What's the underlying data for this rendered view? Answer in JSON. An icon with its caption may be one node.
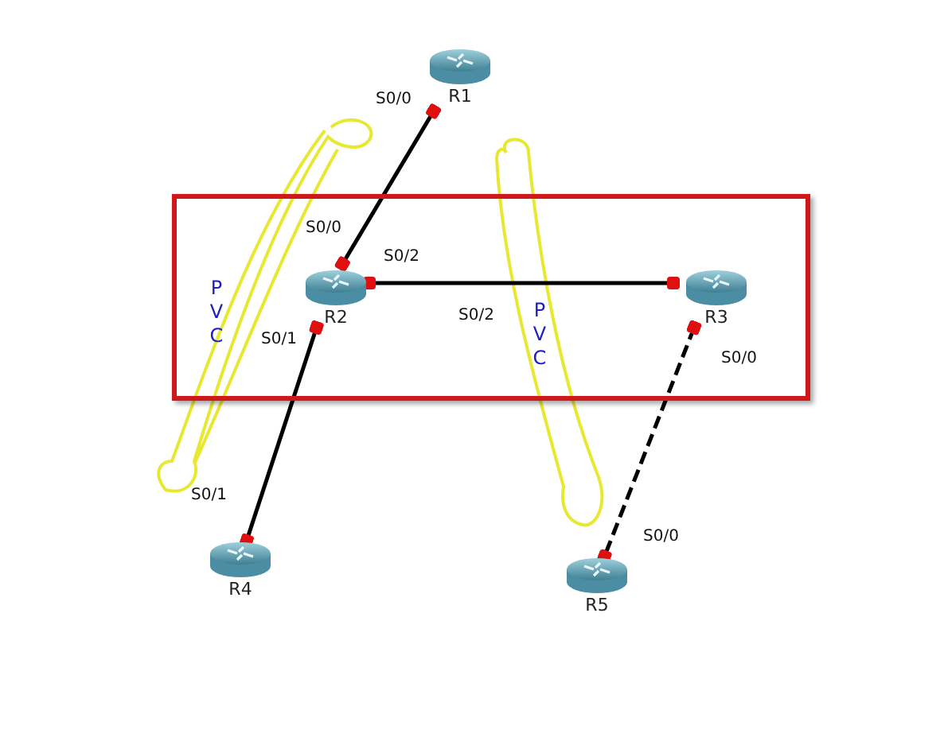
{
  "diagram": {
    "nodes": [
      {
        "text": [
          "R1"
        ]
      },
      {
        "text": [],
        "shape": "box"
      },
      {
        "text": [
          "R2"
        ],
        "in": 1
      },
      {
        "text": [
          "R3"
        ],
        "in": 1
      },
      {
        "text": [
          "R4"
        ]
      },
      {
        "text": [
          "R5"
        ]
      }
    ],
    "edges": [
      {
        "from": 0,
        "to": 2,
        "arrow": "other"
      },
      {
        "from": 2,
        "to": 3,
        "arrow": "other"
      },
      {
        "from": 2,
        "to": 4,
        "arrow": "other"
      },
      {
        "from": 3,
        "to": 5,
        "arrow": "other",
        "style": "dashed"
      }
    ],
    "labels": [
      "S0/0",
      "S0/0",
      "S0/2",
      "PVC",
      "S0/1",
      "S0/2",
      "PVC",
      "S0/0",
      "S0/1",
      "S0/0"
    ]
  }
}
